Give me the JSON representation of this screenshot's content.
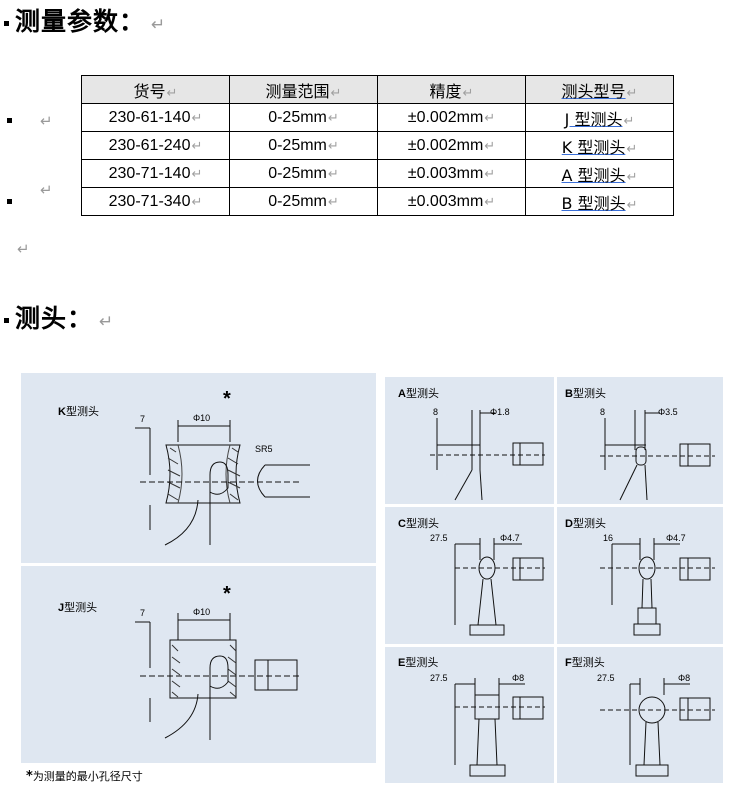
{
  "section1": {
    "title": "测量参数：",
    "return_mark": "↵"
  },
  "table": {
    "headers": [
      "货号",
      "测量范围",
      "精度",
      "测头型号"
    ],
    "rows": [
      [
        "230-61-140",
        "0-25mm",
        "±0.002mm",
        "J 型测头"
      ],
      [
        "230-61-240",
        "0-25mm",
        "±0.002mm",
        "K 型测头"
      ],
      [
        "230-71-140",
        "0-25mm",
        "±0.003mm",
        "A 型测头"
      ],
      [
        "230-71-340",
        "0-25mm",
        "±0.003mm",
        "B 型测头"
      ]
    ]
  },
  "section2": {
    "title": "测头：",
    "return_mark": "↵"
  },
  "probes": {
    "K": {
      "letter": "K",
      "label": "型测头",
      "dim_a": "7",
      "dim_b": "Φ10",
      "extra": "SR5",
      "star": "*"
    },
    "J": {
      "letter": "J",
      "label": "型测头",
      "dim_a": "7",
      "dim_b": "Φ10",
      "star": "*"
    },
    "A": {
      "letter": "A",
      "label": "型测头",
      "dim_a": "8",
      "dim_b": "Φ1.8"
    },
    "B": {
      "letter": "B",
      "label": "型测头",
      "dim_a": "8",
      "dim_b": "Φ3.5"
    },
    "C": {
      "letter": "C",
      "label": "型测头",
      "dim_a": "27.5",
      "dim_b": "Φ4.7"
    },
    "D": {
      "letter": "D",
      "label": "型测头",
      "dim_a": "16",
      "dim_b": "Φ4.7"
    },
    "E": {
      "letter": "E",
      "label": "型测头",
      "dim_a": "27.5",
      "dim_b": "Φ8"
    },
    "F": {
      "letter": "F",
      "label": "型测头",
      "dim_a": "27.5",
      "dim_b": "Φ8"
    }
  },
  "footnote": {
    "star": "*",
    "text": "为测量的最小孔径尺寸"
  }
}
